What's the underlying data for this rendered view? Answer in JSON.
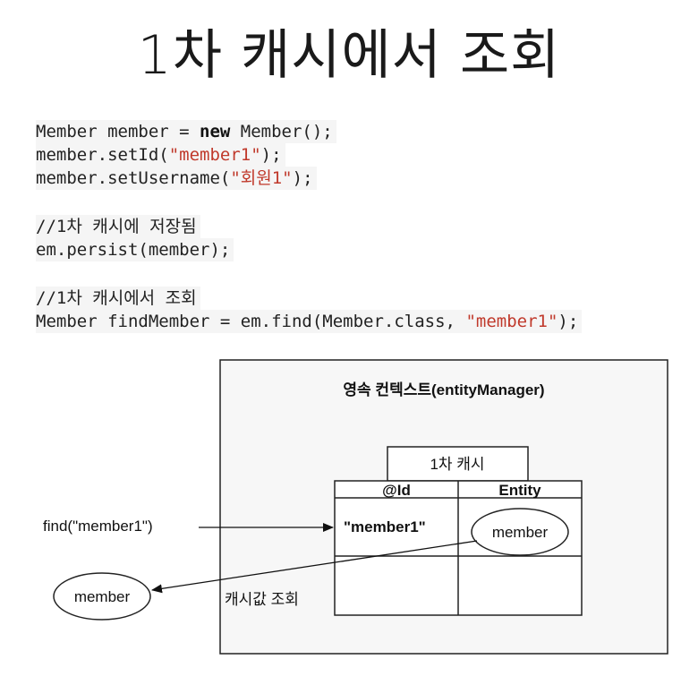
{
  "title": "1차 캐시에서 조회",
  "code": {
    "block1": {
      "l1_a": "Member member = ",
      "l1_kw": "new",
      "l1_b": " Member();",
      "l2_a": "member.setId(",
      "l2_str": "\"member1\"",
      "l2_b": ");",
      "l3_a": "member.setUsername(",
      "l3_str": "\"회원1\"",
      "l3_b": ");"
    },
    "block2": {
      "comment": "//1차 캐시에 저장됨",
      "l1": "em.persist(member);"
    },
    "block3": {
      "comment": "//1차 캐시에서 조회",
      "l1_a": "Member findMember = em.find(Member.class, ",
      "l1_str": "\"member1\"",
      "l1_b": ");"
    }
  },
  "diagram": {
    "context_title": "영속 컨텍스트(entityManager)",
    "cache_title": "1차 캐시",
    "col_id": "@Id",
    "col_entity": "Entity",
    "row1_id": "\"member1\"",
    "row1_entity": "member",
    "find_call": "find(\"member1\")",
    "result_label": "member",
    "return_label": "캐시값 조회"
  },
  "colors": {
    "string_literal": "#c0392b",
    "code_background": "#f5f5f5",
    "context_background": "#f7f7f7"
  }
}
